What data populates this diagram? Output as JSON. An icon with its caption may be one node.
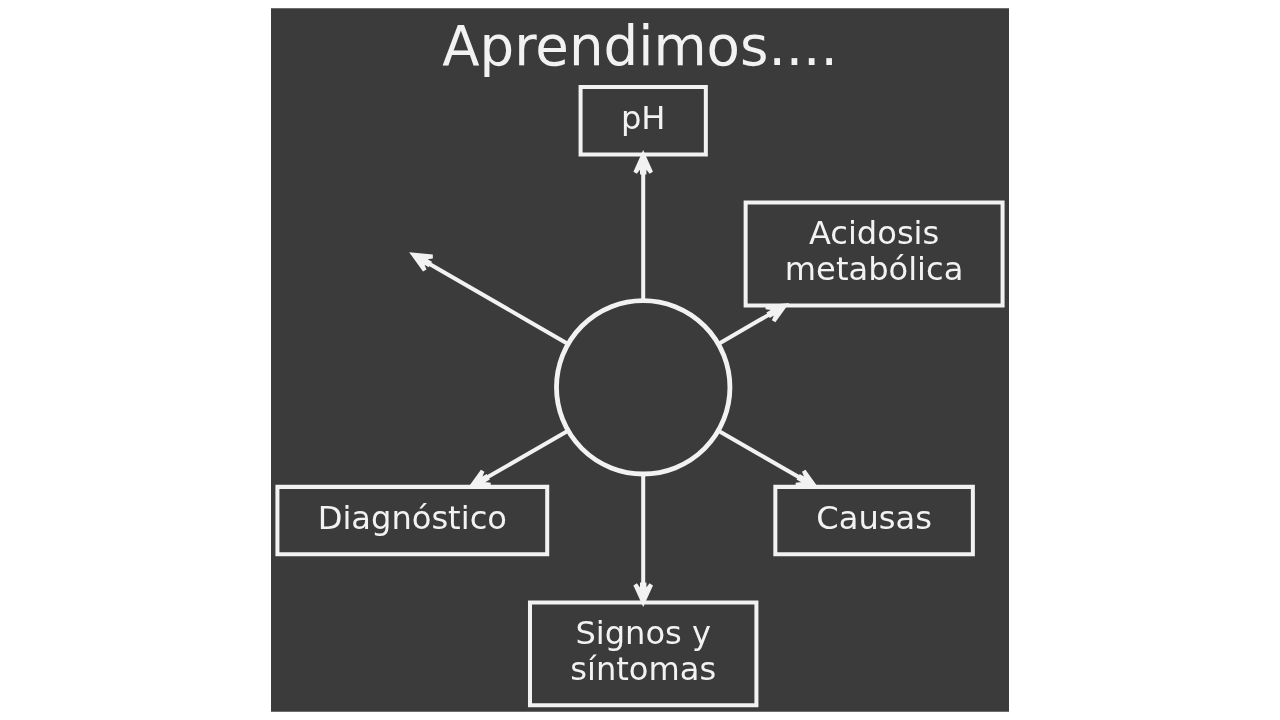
{
  "diagram": {
    "title": "Aprendimos....",
    "nodes": [
      {
        "text": [
          "pH"
        ]
      },
      {
        "text": [
          "Acidosis metabólica"
        ]
      },
      {
        "text": [],
        "shape": "circle"
      },
      {
        "text": [
          "Diagnóstico"
        ]
      },
      {
        "text": [
          "Causas"
        ]
      },
      {
        "text": [
          "Signos y síntomas"
        ]
      }
    ],
    "edges": [
      {
        "from": 2,
        "to": 0,
        "arrow": "to"
      },
      {
        "from": 2,
        "to": 1,
        "arrow": "to"
      },
      {
        "from": 2,
        "to": null,
        "arrow": "to"
      },
      {
        "from": 2,
        "to": 3,
        "arrow": "to"
      },
      {
        "from": 2,
        "to": 4,
        "arrow": "to"
      },
      {
        "from": 2,
        "to": 5,
        "arrow": "to"
      }
    ]
  }
}
